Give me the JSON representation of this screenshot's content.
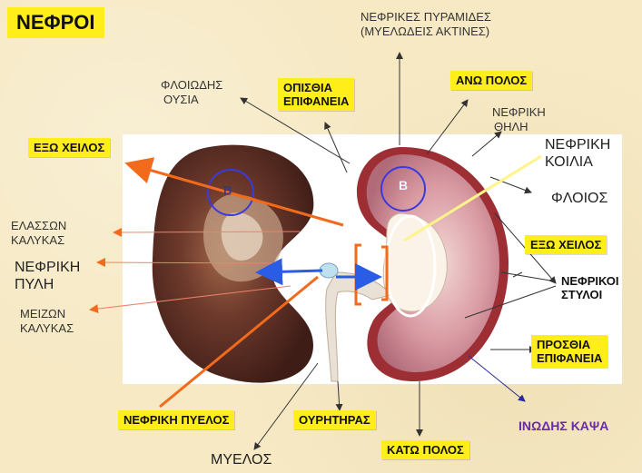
{
  "title": "ΝΕΦΡΟΙ",
  "labels": {
    "pyramids_line1": "ΝΕΦΡΙΚΕΣ ΠΥΡΑΜΙΔΕΣ",
    "pyramids_line2": "(ΜΥΕΛΩΔΕΙΣ ΑΚΤΙΝΕΣ)",
    "cortex_substance_1": "ΦΛΟΙΩΔΗΣ",
    "cortex_substance_2": "ΟΥΣΙΑ",
    "posterior_surface_1": "ΟΠΙΣΘΙΑ",
    "posterior_surface_2": "ΕΠΙΦΑΝΕΙΑ",
    "upper_pole": "ΑΝΩ ΠΟΛΟΣ",
    "papilla_1": "ΝΕΦΡΙΚΗ",
    "papilla_2": "ΘΗΛΗ",
    "renal_sinus_1": "ΝΕΦΡΙΚΗ",
    "renal_sinus_2": "ΚΟΙΛΙΑ",
    "outer_lip_left": "ΕΞΩ ΧΕΙΛΟΣ",
    "cortex": "ΦΛΟΙΟΣ",
    "minor_calyx_1": "ΕΛΑΣΣΩΝ",
    "minor_calyx_2": "ΚΑΛΥΚΑΣ",
    "outer_lip_right": "ΕΞΩ ΧΕΙΛΟΣ",
    "hilum_1": "ΝΕΦΡΙΚΗ",
    "hilum_2": "ΠΥΛΗ",
    "renal_columns_1": "ΝΕΦΡΙΚΟΙ",
    "renal_columns_2": "ΣΤΥΛΟΙ",
    "major_calyx_1": "ΜΕΙΖΩΝ",
    "major_calyx_2": "ΚΑΛΥΚΑΣ",
    "anterior_surface_1": "ΠΡΟΣΘΙΑ",
    "anterior_surface_2": "ΕΠΙΦΑΝΕΙΑ",
    "fibrous_capsule": "ΙΝΩΔΗΣ ΚΑΨΑ",
    "renal_pelvis": "ΝΕΦΡΙΚΗ ΠΥΕΛΟΣ",
    "ureter": "ΟΥΡΗΤΗΡΑΣ",
    "lower_pole": "ΚΑΤΩ ΠΟΛΟΣ",
    "medulla": "ΜΥΕΛΟΣ",
    "marker_left": "Β",
    "marker_right": "Β"
  },
  "colors": {
    "background": "#f6e9c4",
    "highlight_box": "#ffee1a",
    "arrow_orange": "#f26a1b",
    "arrow_blue": "#2b5ce6",
    "circle_blue": "#3a3adf"
  }
}
